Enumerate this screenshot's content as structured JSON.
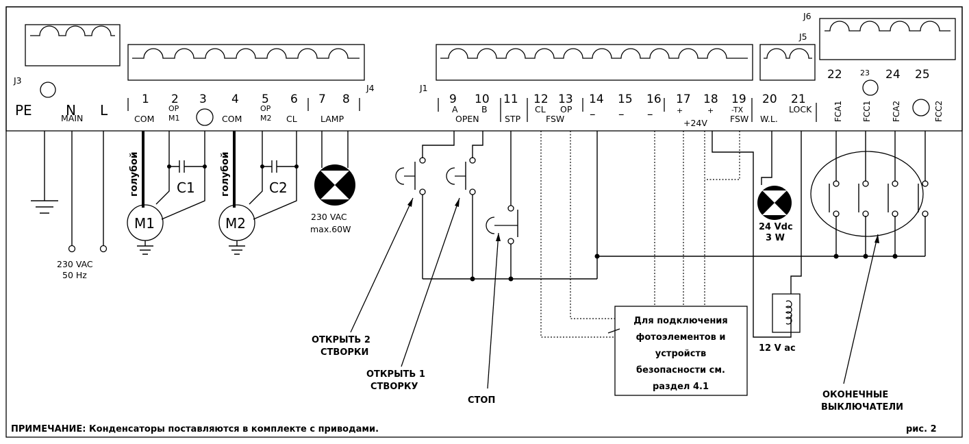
{
  "connectors": {
    "j3": "J3",
    "j4": "J4",
    "j1": "J1",
    "j5": "J5",
    "j6": "J6"
  },
  "main": {
    "pe": "PE",
    "n": "N",
    "l": "L",
    "label": "MAIN",
    "supply_v": "230 VAC",
    "supply_hz": "50 Hz"
  },
  "j4": {
    "numbers": [
      "1",
      "2",
      "3",
      "4",
      "5",
      "6",
      "7",
      "8"
    ],
    "com1": "COM",
    "op": "OP",
    "m1": "M1",
    "com2": "COM",
    "m2": "M2",
    "cl": "CL",
    "lamp": "LAMP"
  },
  "j1": {
    "numbers": [
      "9",
      "10",
      "11",
      "12",
      "13",
      "14",
      "15",
      "16",
      "17",
      "18",
      "19"
    ],
    "a": "A",
    "b": "B",
    "open": "OPEN",
    "stp": "STP",
    "cl": "CL",
    "op": "OP",
    "fsw": "FSW",
    "dash": "–",
    "plus": "+",
    "v24": "+24V",
    "tx": "-TX",
    "fsw2": "FSW"
  },
  "j5": {
    "numbers": [
      "20",
      "21"
    ],
    "wl": "W.L.",
    "lock": "LOCK"
  },
  "j6": {
    "numbers": [
      "22",
      "23",
      "24",
      "25"
    ],
    "labels": [
      "FCA1",
      "FCC1",
      "FCA2",
      "FCC2"
    ]
  },
  "motors": {
    "m1": "M1",
    "m2": "M2",
    "c1": "C1",
    "c2": "C2",
    "wire_color": "голубой"
  },
  "lamp": {
    "voltage": "230 VAC",
    "power": "max.60W"
  },
  "warning_lamp": {
    "voltage": "24 Vdc",
    "power": "3 W"
  },
  "lock": {
    "voltage": "12 V ac"
  },
  "callouts": {
    "open2_l1": "ОТКРЫТЬ 2",
    "open2_l2": "СТВОРКИ",
    "open1_l1": "ОТКРЫТЬ 1",
    "open1_l2": "СТВОРКУ",
    "stop": "СТОП",
    "limit_l1": "ОКОНЕЧНЫЕ",
    "limit_l2": "ВЫКЛЮЧАТЕЛИ"
  },
  "safety_box": {
    "lines": [
      "Для подключения",
      "фотоэлементов и",
      "устройств",
      "безопасности см.",
      "раздел 4.1"
    ]
  },
  "note": "ПРИМЕЧАНИЕ: Конденсаторы поставляются в комплекте с приводами.",
  "figure": "рис. 2"
}
